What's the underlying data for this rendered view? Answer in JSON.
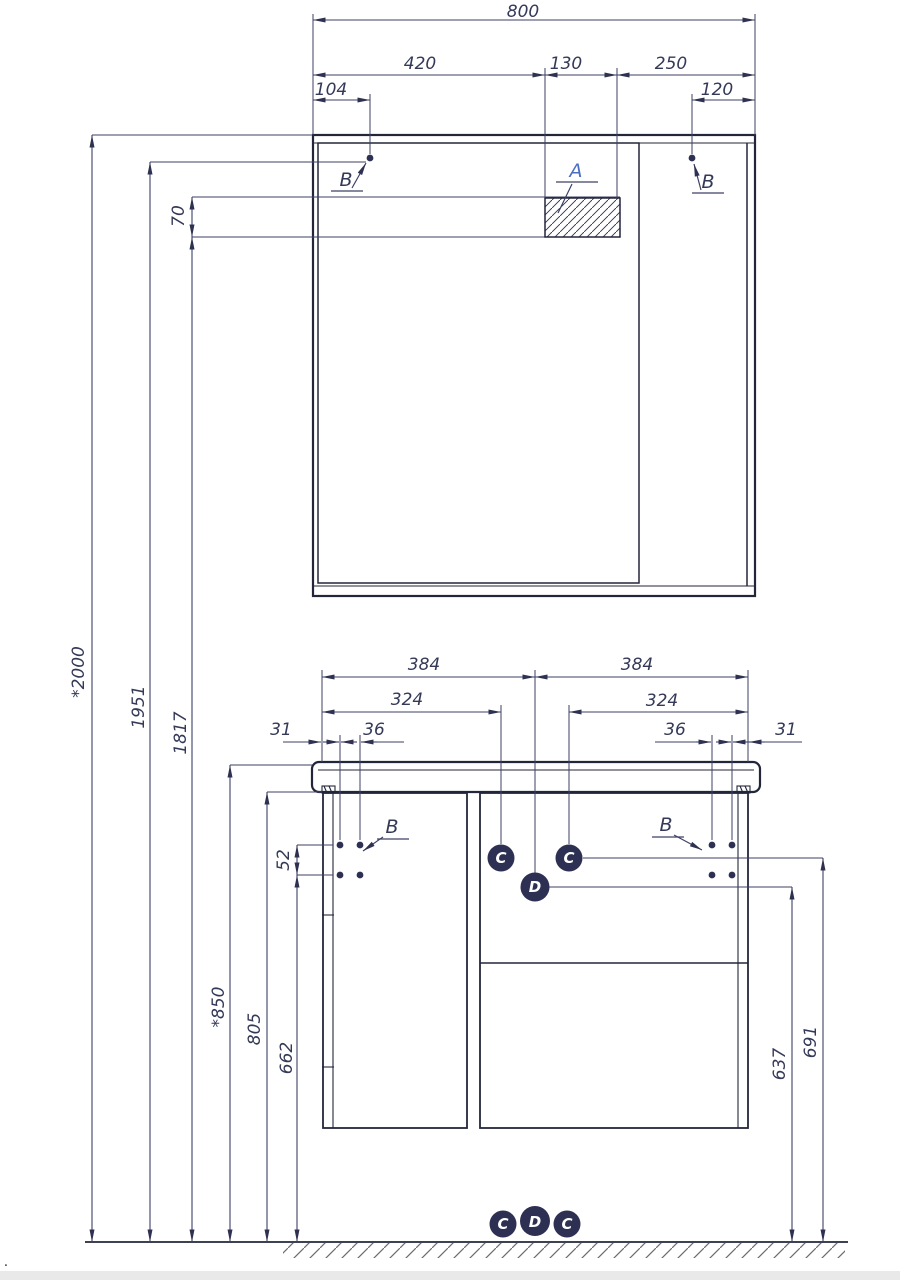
{
  "mirror": {
    "dim_800": "800",
    "dim_420": "420",
    "dim_130": "130",
    "dim_250": "250",
    "dim_104": "104",
    "dim_120": "120",
    "dim_70": "70",
    "label_a": "A",
    "label_b_left": "B",
    "label_b_right": "B"
  },
  "heights": {
    "dim_2000": "*2000",
    "dim_1951": "1951",
    "dim_1817": "1817"
  },
  "vanity": {
    "dim_384_left": "384",
    "dim_384_right": "384",
    "dim_324_left": "324",
    "dim_324_right": "324",
    "dim_31_left": "31",
    "dim_36_left": "36",
    "dim_36_right": "36",
    "dim_31_right": "31",
    "dim_52": "52",
    "dim_850": "*850",
    "dim_805": "805",
    "dim_662": "662",
    "dim_637": "637",
    "dim_691": "691",
    "label_b_left": "B",
    "label_b_right": "B",
    "marker_c_left": "C",
    "marker_c_right": "C",
    "marker_d": "D",
    "floor_markers": [
      "C",
      "D",
      "C"
    ]
  },
  "misc": {
    "stray_mark": "."
  }
}
